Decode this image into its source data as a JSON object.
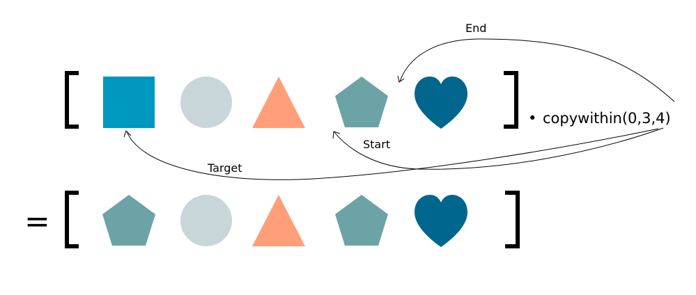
{
  "method": {
    "bullet": "•",
    "call": "copywithin(0,3,4)"
  },
  "equals": "=",
  "labels": {
    "end": "End",
    "start": "Start",
    "target": "Target"
  },
  "colors": {
    "square": "#0098c0",
    "circle": "#c8d6da",
    "triangle": "#ff9f7a",
    "pentagon": "#6ba3a6",
    "heart": "#00668e",
    "ink": "#000000"
  },
  "arrays": {
    "before": [
      "square",
      "circle",
      "triangle",
      "pentagon",
      "heart"
    ],
    "after": [
      "pentagon",
      "circle",
      "triangle",
      "pentagon",
      "heart"
    ]
  }
}
